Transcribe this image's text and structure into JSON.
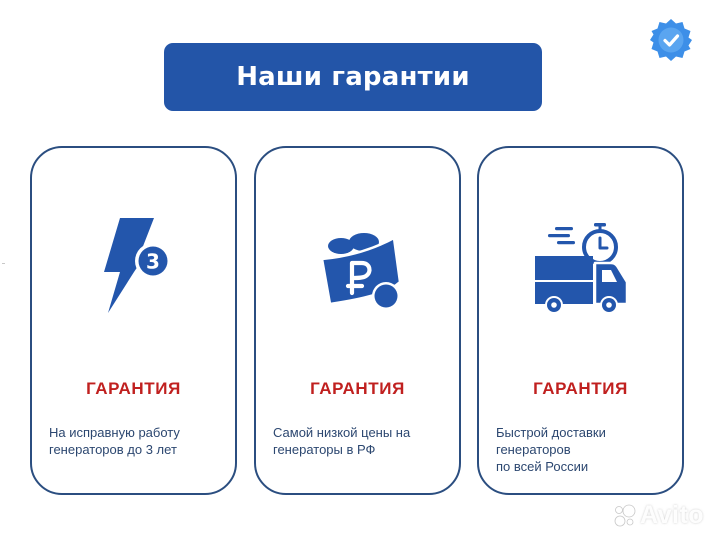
{
  "header": {
    "title": "Наши гарантии",
    "verified_badge_icon": "verified-check-icon"
  },
  "cards": [
    {
      "icon": "lightning-3-years-icon",
      "heading": "ГАРАНТИЯ",
      "lines": [
        "На исправную работу",
        "генераторов до 3 лет"
      ]
    },
    {
      "icon": "ruble-wallet-icon",
      "heading": "ГАРАНТИЯ",
      "lines": [
        "Самой низкой цены на",
        "генераторы в РФ"
      ]
    },
    {
      "icon": "fast-delivery-truck-icon",
      "heading": "ГАРАНТИЯ",
      "lines": [
        "Быстрой доставки",
        "генераторов",
        "по всей России"
      ]
    }
  ],
  "watermark": {
    "text": "Avito"
  },
  "colors": {
    "banner": "#2355a8",
    "icon_blue": "#2356ac",
    "card_border": "#2b4e80",
    "heading_red": "#c0201f",
    "body_text": "#2c4770",
    "badge_blue": "#3d8fe8"
  }
}
